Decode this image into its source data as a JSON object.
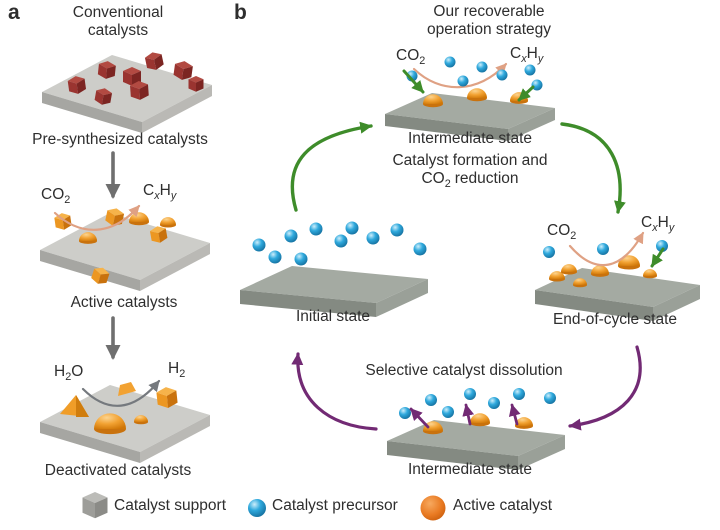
{
  "panel_a": {
    "label": "a",
    "title": "Conventional catalysts",
    "stage1": "Pre-synthesized catalysts",
    "stage2": "Active catalysts",
    "stage3": "Deactivated catalysts"
  },
  "panel_b": {
    "label": "b",
    "title": "Our recoverable operation strategy",
    "state_intermediate_top": "Intermediate state",
    "process_top_line1": "Catalyst formation and",
    "process_top_line2_suffix": "reduction",
    "state_initial": "Initial state",
    "state_end_of_cycle": "End-of-cycle state",
    "process_bottom": "Selective catalyst dissolution",
    "state_intermediate_bottom": "Intermediate state"
  },
  "formulas": {
    "co2": {
      "base": "CO",
      "sub": "2"
    },
    "cxhy": {
      "c": "C",
      "x": "x",
      "h": "H",
      "y": "y"
    },
    "h2o": {
      "h": "H",
      "sub": "2",
      "o": "O"
    },
    "h2": {
      "h": "H",
      "sub": "2"
    }
  },
  "legend": {
    "support": "Catalyst support",
    "precursor": "Catalyst precursor",
    "active": "Active catalyst"
  },
  "colors": {
    "text": "#2e2e2e",
    "support_gray_light_top": "#cdcdc9",
    "support_gray_light_front": "#a6a6a2",
    "support_gray_light_side": "#bab9b5",
    "support_gray_dark_top": "#a4aaa2",
    "support_gray_dark_front": "#848a82",
    "support_gray_dark_side": "#9aa098",
    "precursor_blue": "#2fa9dd",
    "active_orange": "#f2a232",
    "active_orange_dark": "#c9720d",
    "conventional_red_top": "#b24a42",
    "conventional_red_front": "#9a3430",
    "conventional_red_side": "#7c2522",
    "arrow_green": "#3e8c2a",
    "arrow_purple": "#722a74",
    "arrow_reaction_orange": "#dfa184",
    "arrow_gray": "#6f6f6f",
    "arrow_dark_gray": "#75797e"
  }
}
